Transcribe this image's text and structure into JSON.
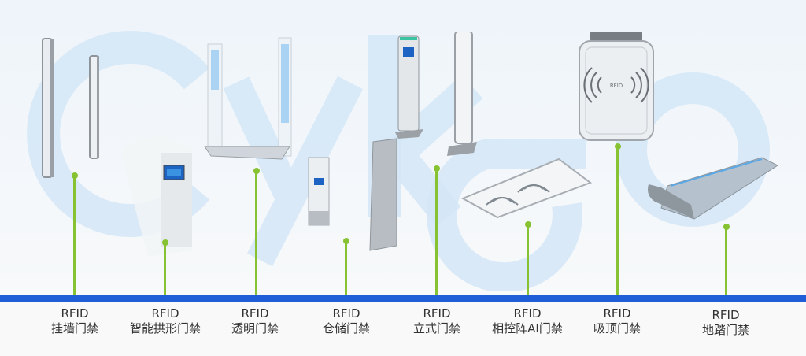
{
  "watermark": {
    "text": "CyKeo",
    "color": "#cfe4f6"
  },
  "colors": {
    "accent_bar": "#1f5ed6",
    "leader_line": "#86c232",
    "label_text": "#333333"
  },
  "products": [
    {
      "id": "wall",
      "line1": "RFID",
      "line2": "挂墙门禁",
      "icon": "wall-mounted-antenna-icon"
    },
    {
      "id": "arch",
      "line1": "RFID",
      "line2": "智能拱形门禁",
      "icon": "smart-arch-gate-icon"
    },
    {
      "id": "transparent",
      "line1": "RFID",
      "line2": "透明门禁",
      "icon": "transparent-gate-icon"
    },
    {
      "id": "warehouse",
      "line1": "RFID",
      "line2": "仓储门禁",
      "icon": "warehouse-gate-icon"
    },
    {
      "id": "standing",
      "line1": "RFID",
      "line2": "立式门禁",
      "icon": "standing-gate-icon"
    },
    {
      "id": "phased",
      "line1": "RFID",
      "line2": "相控阵AI门禁",
      "icon": "phased-array-reader-icon"
    },
    {
      "id": "ceiling",
      "line1": "RFID",
      "line2": "吸顶门禁",
      "icon": "ceiling-reader-icon"
    },
    {
      "id": "floor",
      "line1": "RFID",
      "line2": "地踏门禁",
      "icon": "floor-mat-reader-icon"
    }
  ],
  "reader_badge": "RFID"
}
